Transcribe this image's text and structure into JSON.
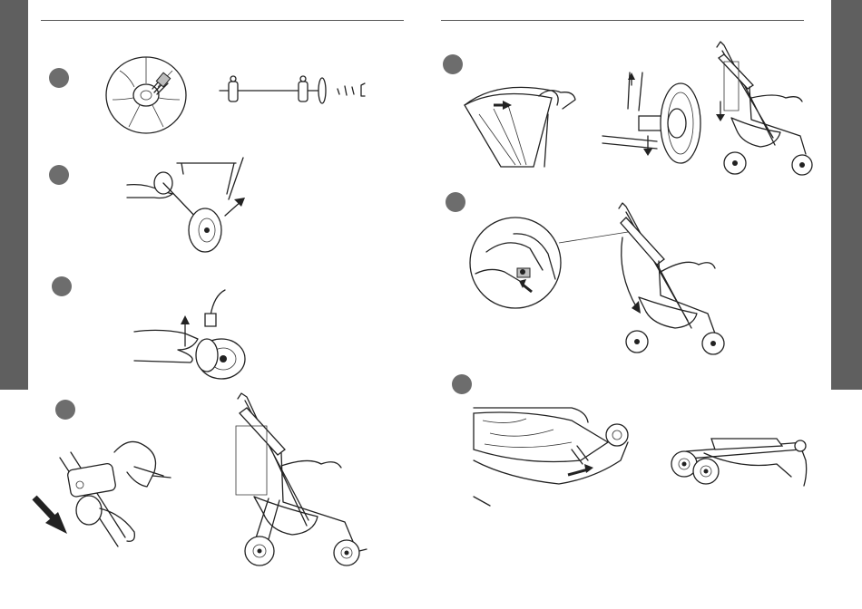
{
  "page": {
    "left_page": "instructions-left",
    "right_page": "instructions-right"
  },
  "colors": {
    "side_tab": "#5f5f5f",
    "step_marker": "#6d6d6d",
    "line_art": "#222222"
  },
  "steps_left": [
    {
      "marker": "step-marker",
      "art": [
        "wheel-cap-illustration",
        "axle-parts-illustration"
      ]
    },
    {
      "marker": "step-marker",
      "art": [
        "attach-rear-wheel-illustration"
      ]
    },
    {
      "marker": "step-marker",
      "art": [
        "front-wheel-lift-illustration"
      ]
    },
    {
      "marker": "step-marker",
      "art": [
        "unlock-hinge-closeup-illustration",
        "stroller-unfolded-illustration"
      ]
    }
  ],
  "steps_right": [
    {
      "marker": "step-marker",
      "art": [
        "canopy-push-illustration",
        "brake-wheel-illustration",
        "stroller-side-illustration"
      ]
    },
    {
      "marker": "step-marker",
      "art": [
        "fold-lever-closeup-illustration",
        "stroller-folding-illustration"
      ]
    },
    {
      "marker": "step-marker",
      "art": [
        "fold-latch-closeup-illustration",
        "stroller-folded-illustration"
      ]
    }
  ]
}
